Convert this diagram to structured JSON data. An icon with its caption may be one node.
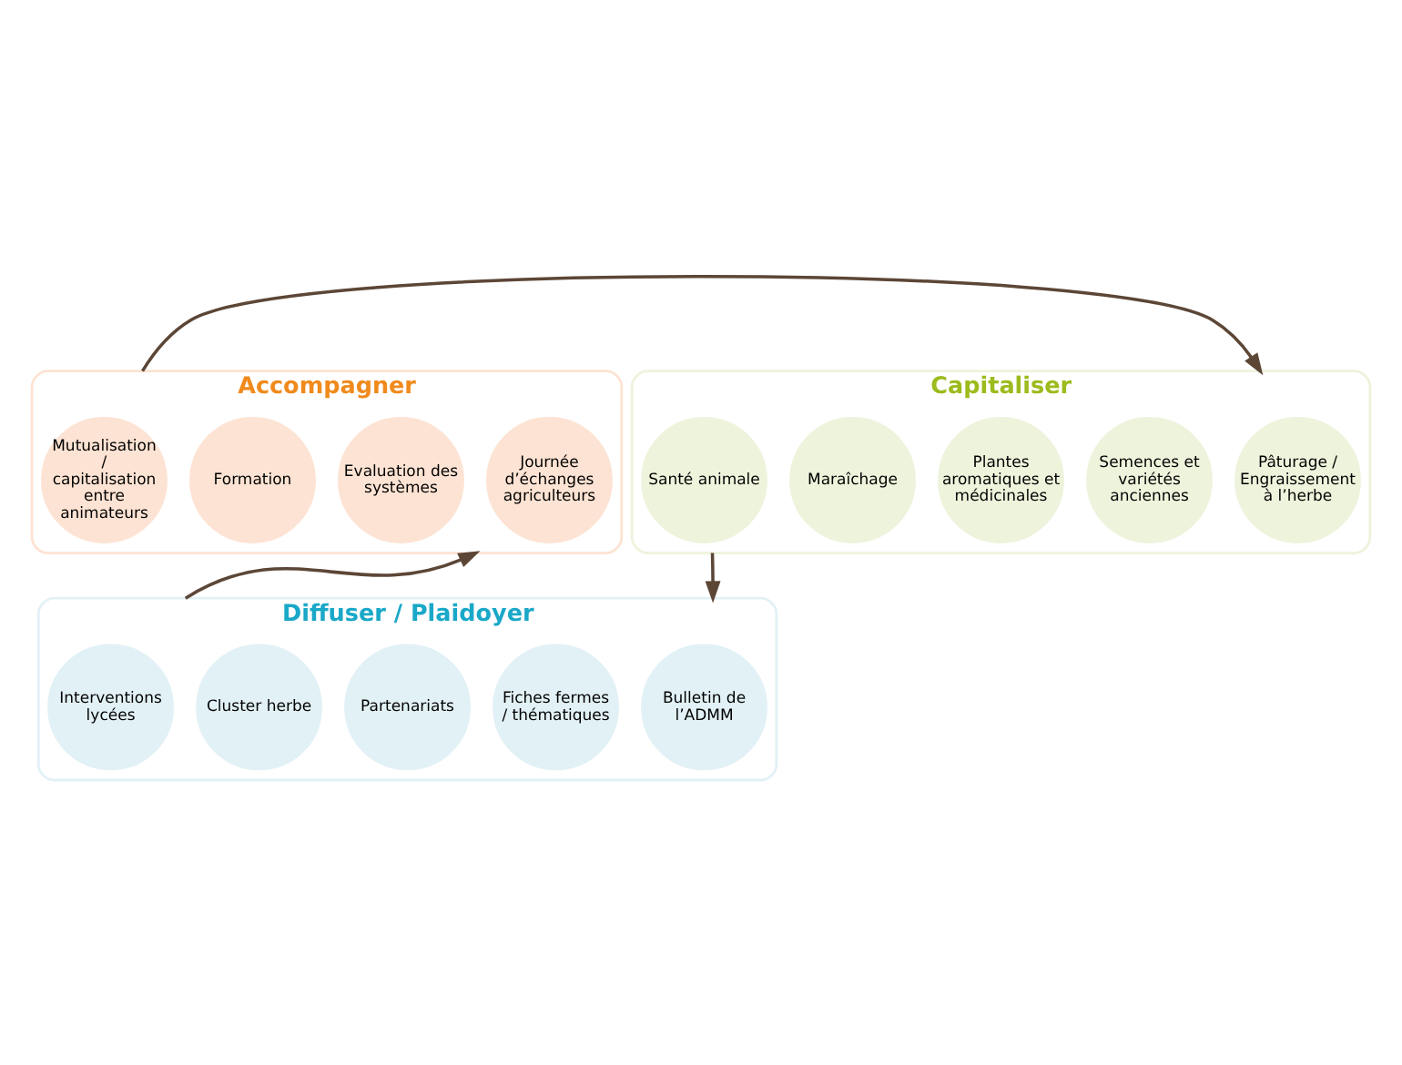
{
  "diagram": {
    "nodes": [
      {
        "text": [
          "Accompagner"
        ]
      },
      {
        "text": [
          "Journée d’échanges agriculteurs"
        ],
        "in": 0
      },
      {
        "text": [
          "Evaluation des systèmes"
        ],
        "in": 0
      },
      {
        "text": [
          "Formation"
        ],
        "in": 0
      },
      {
        "text": [
          "Mutualisation / capitalisation entre animateurs"
        ],
        "in": 0
      },
      {
        "text": [
          "Capitaliser"
        ]
      },
      {
        "text": [
          "Pâturage / Engraissement à l’herbe"
        ],
        "in": 5
      },
      {
        "text": [
          "Semences et variétés anciennes"
        ],
        "in": 5
      },
      {
        "text": [
          "Plantes aromatiques et médicinales"
        ],
        "in": 5
      },
      {
        "text": [
          "Maraîchage"
        ],
        "in": 5
      },
      {
        "text": [
          "Santé animale"
        ],
        "in": 5
      },
      {
        "text": [
          "Diffuser / Plaidoyer"
        ]
      },
      {
        "text": [
          "Bulletin de l’ADMM"
        ],
        "in": 11
      },
      {
        "text": [
          "Fiches fermes / thématiques"
        ],
        "in": 11
      },
      {
        "text": [
          "Partenariats"
        ],
        "in": 11
      },
      {
        "text": [
          "Cluster herbe"
        ],
        "in": 11
      },
      {
        "text": [
          "Interventions lycées"
        ],
        "in": 11
      }
    ],
    "edges": [
      {
        "from": 0,
        "to": 5,
        "arrow": "to"
      },
      {
        "from": 5,
        "to": 11,
        "arrow": "to"
      },
      {
        "from": 11,
        "to": 0,
        "arrow": "to"
      }
    ]
  }
}
